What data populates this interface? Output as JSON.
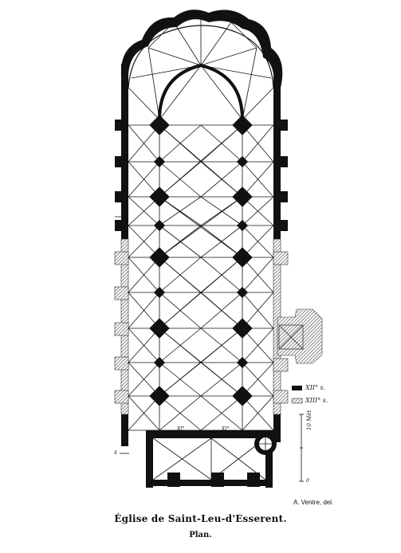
{
  "title": "Église de Saint-Leu-d'Esserent.",
  "subtitle": "Plan.",
  "credit": "A. Ventre, del.",
  "legend": [
    {
      "label": "XII° s.",
      "color": "#111111",
      "pattern": "solid"
    },
    {
      "label": "XIII° s.",
      "color": "#888888",
      "pattern": "hatched"
    }
  ],
  "scale_label": "10 Mèt",
  "scale_zero": "0",
  "tower_labels": [
    "XI°",
    "XI°"
  ],
  "compass_mark": "4"
}
